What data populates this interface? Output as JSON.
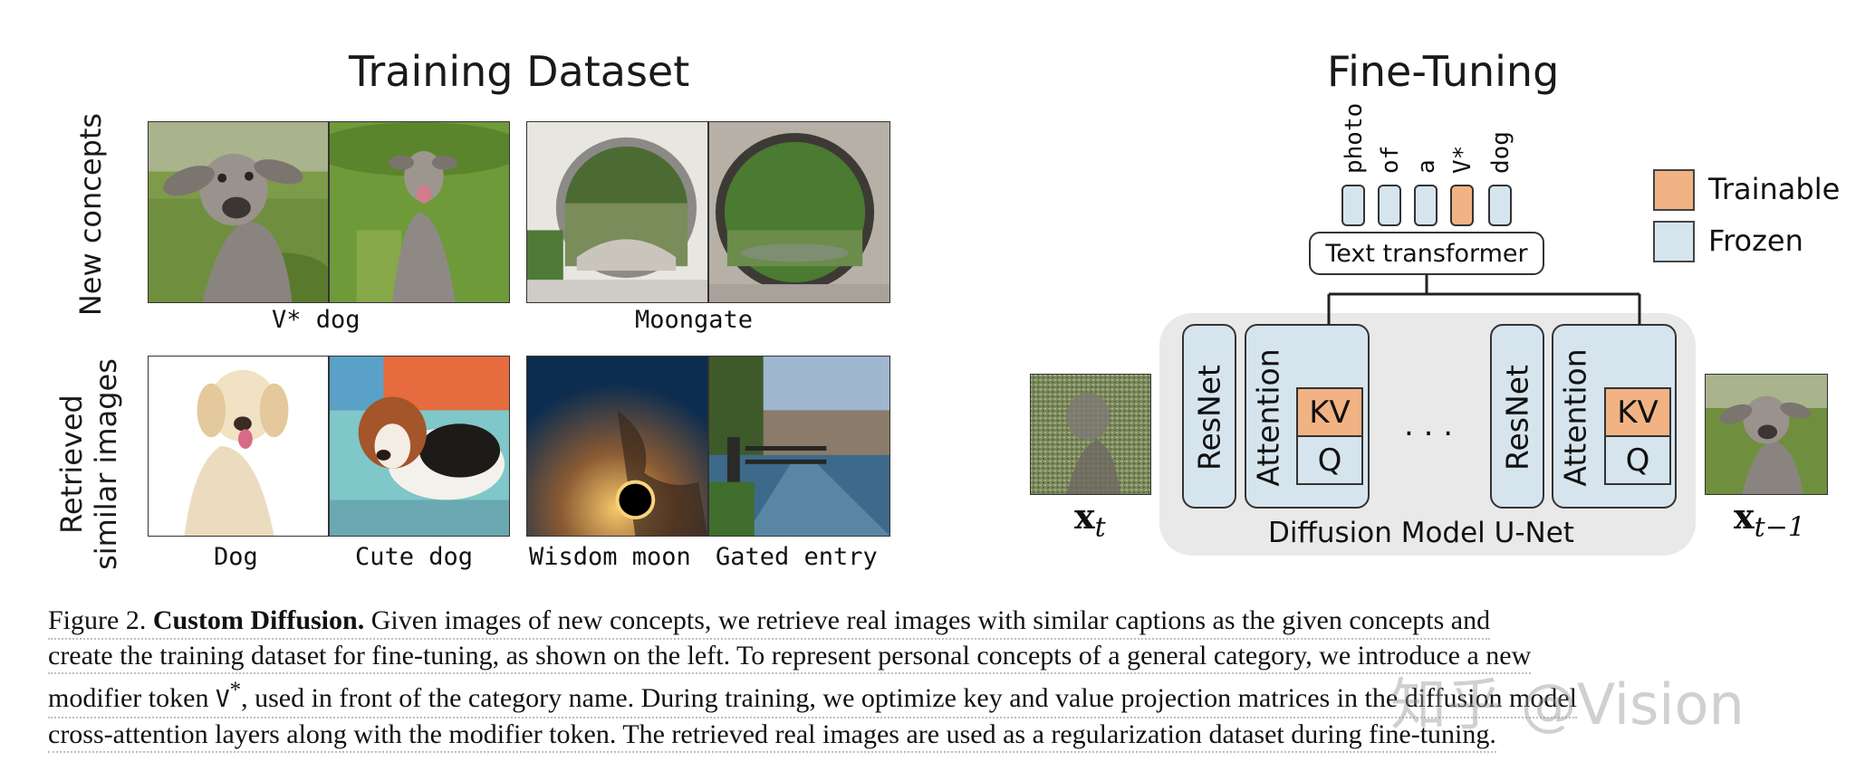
{
  "training": {
    "title": "Training Dataset",
    "row_new": "New concepts",
    "row_retrieved_1": "Retrieved",
    "row_retrieved_2": "similar images",
    "captions": [
      "V* dog",
      "Moongate",
      "Dog",
      "Cute dog",
      "Wisdom moon",
      "Gated entry"
    ]
  },
  "finetune": {
    "title": "Fine-Tuning",
    "tokens": [
      "photo",
      "of",
      "a",
      "V*",
      "dog"
    ],
    "text_transformer": "Text transformer",
    "resnet": "ResNet",
    "attention": "Attention",
    "kv": "KV",
    "q": "Q",
    "ellipsis": ". . .",
    "unet_label": "Diffusion Model U-Net",
    "x_in": "x",
    "x_in_sub": "t",
    "x_out": "x",
    "x_out_sub": "t−1",
    "legend_trainable": "Trainable",
    "legend_frozen": "Frozen",
    "color_trainable": "#f2b384",
    "color_frozen": "#d6e4ee"
  },
  "caption": {
    "fig": "Figure 2.",
    "bold": "Custom Diffusion.",
    "l1": " Given images of new concepts, we retrieve real images with similar captions as the given concepts and",
    "l2": "create the training dataset for fine-tuning, as shown on the left. To represent personal concepts of a general category, we introduce a new",
    "l3a": "modifier token ",
    "l3tok": "V",
    "l3sup": "*",
    "l3b": ", used in front of the category name. During training, we optimize key and value projection matrices in the diffusion model",
    "l4": "cross-attention layers along with the modifier token. The retrieved real images are used as a regularization dataset during fine-tuning."
  },
  "watermark": "知乎 @Vision"
}
